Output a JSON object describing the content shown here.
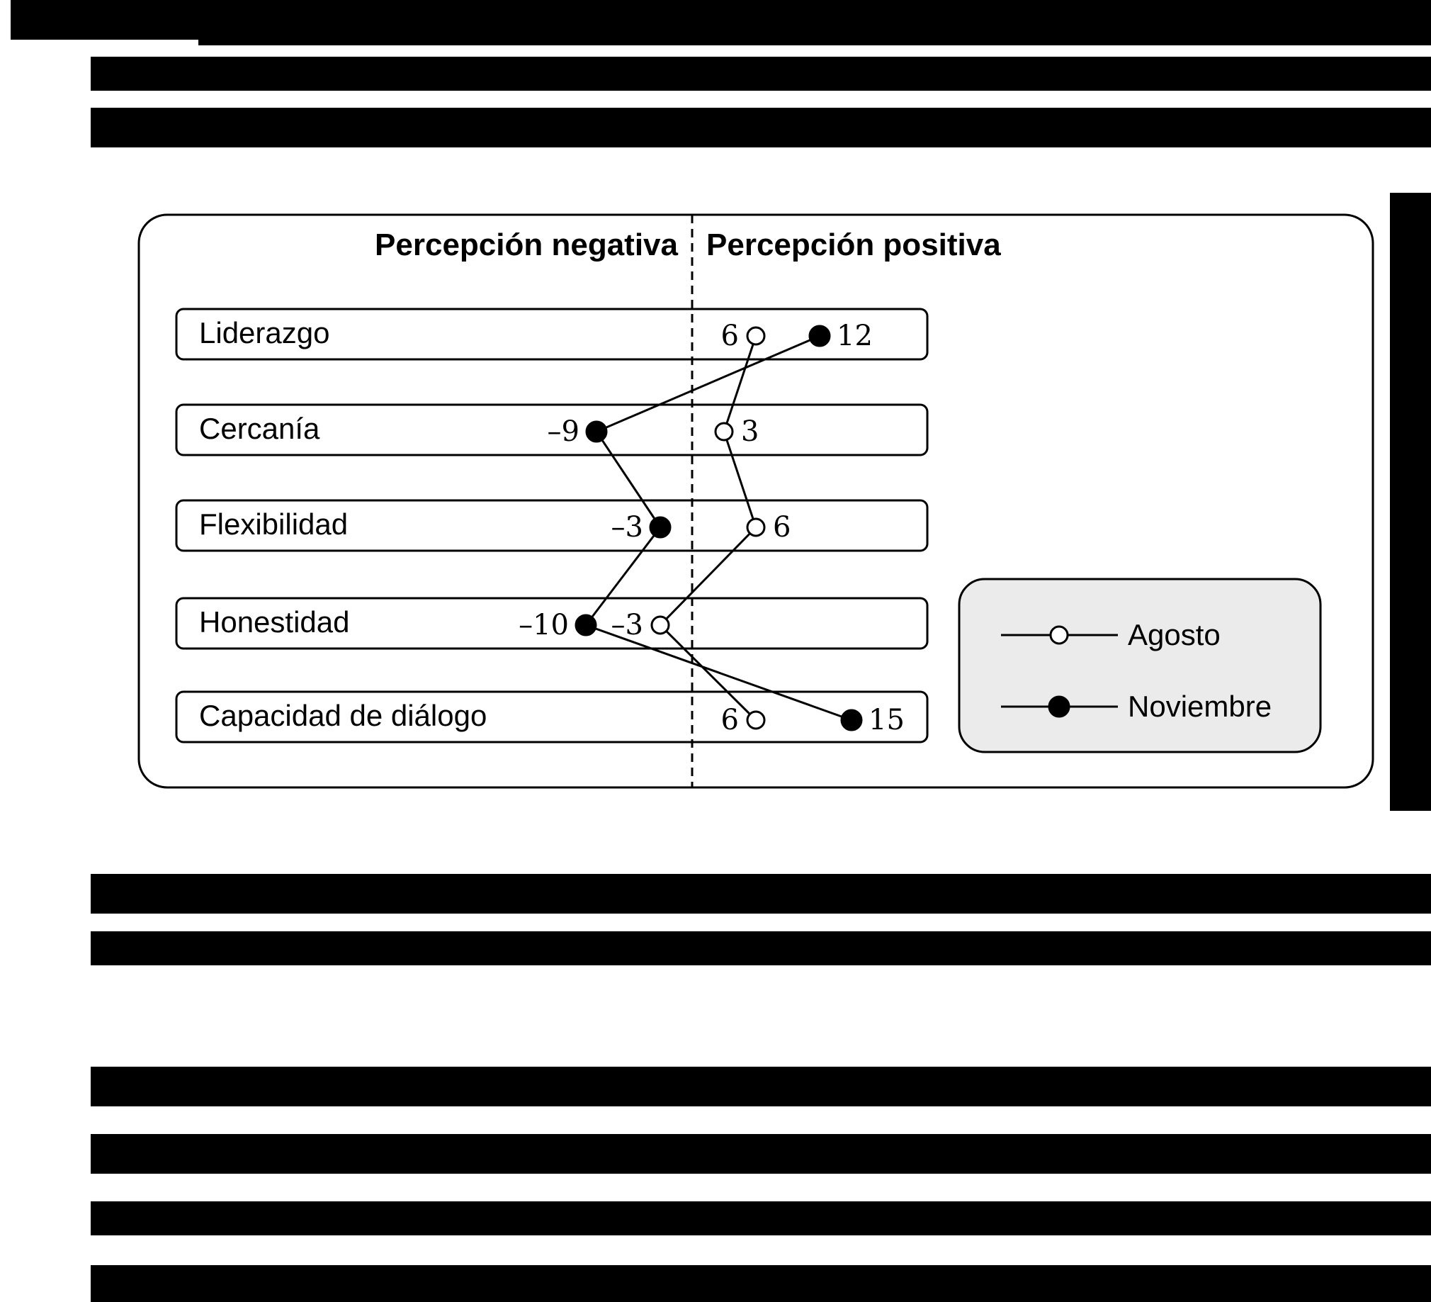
{
  "chart_data": {
    "type": "dot-plot",
    "negative_header": "Percepción negativa",
    "positive_header": "Percepción positiva",
    "categories": [
      "Liderazgo",
      "Cercanía",
      "Flexibilidad",
      "Honestidad",
      "Capacidad de diálogo"
    ],
    "series": [
      {
        "name": "Agosto",
        "marker": "open-circle",
        "values": [
          6,
          3,
          6,
          -3,
          6
        ],
        "labels": [
          "6",
          "3",
          "6",
          "–3",
          "6"
        ]
      },
      {
        "name": "Noviembre",
        "marker": "filled-circle",
        "values": [
          12,
          -9,
          -3,
          -10,
          15
        ],
        "labels": [
          "12",
          "–9",
          "–3",
          "–10",
          "15"
        ]
      }
    ],
    "zero_line": "dashed",
    "legend_position": "right"
  },
  "colors": {
    "ink": "#000000",
    "legend_fill": "#ebebeb",
    "background": "#ffffff"
  }
}
